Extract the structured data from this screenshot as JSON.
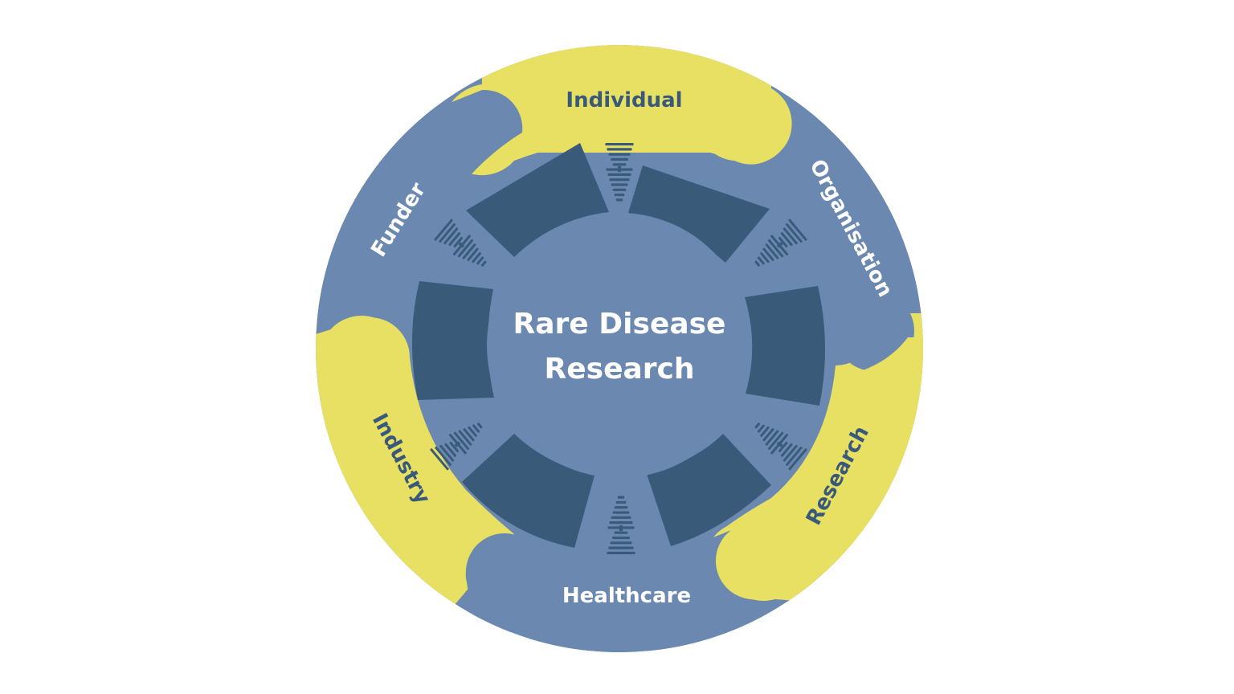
{
  "diagram": {
    "title_line1": "Rare Disease",
    "title_line2": "Research",
    "stakeholders": [
      {
        "id": "individual",
        "label": "Individual",
        "band_color": "#e7e062",
        "text_color": "#39597a"
      },
      {
        "id": "organisation",
        "label": "Organisation",
        "band_color": "#6a88b0",
        "text_color": "#ffffff"
      },
      {
        "id": "research",
        "label": "Research",
        "band_color": "#e7e062",
        "text_color": "#39597a"
      },
      {
        "id": "healthcare",
        "label": "Healthcare",
        "band_color": "#6a88b0",
        "text_color": "#ffffff"
      },
      {
        "id": "industry",
        "label": "Industry",
        "band_color": "#e7e062",
        "text_color": "#39597a"
      },
      {
        "id": "funder",
        "label": "Funder",
        "band_color": "#6a88b0",
        "text_color": "#ffffff"
      }
    ],
    "colors": {
      "yellow": "#e7e062",
      "light_blue": "#6a88b0",
      "dark_blue": "#3a5a7a",
      "center_text": "#ffffff",
      "background": "#ffffff"
    }
  }
}
